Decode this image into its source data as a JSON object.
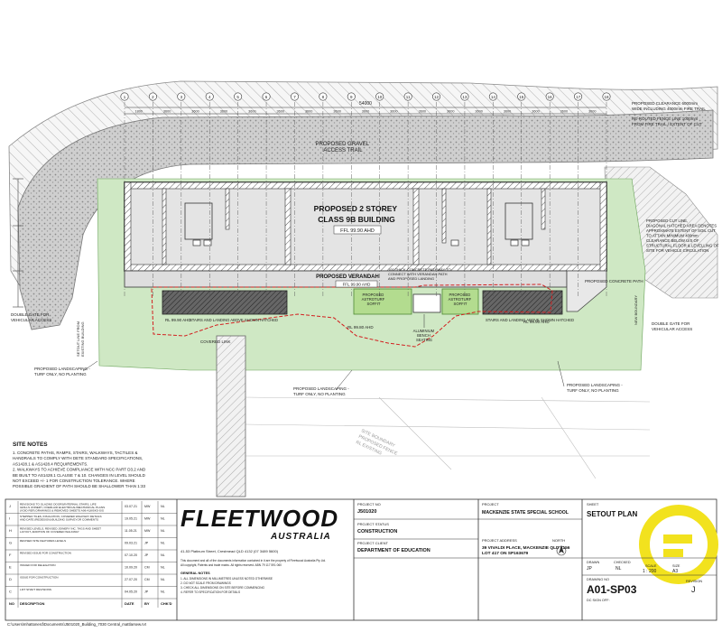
{
  "plan": {
    "access_trail": [
      "PROPOSED GRAVEL",
      "ACCESS TRAIL"
    ],
    "building": [
      "PROPOSED 2 STOREY",
      "CLASS 9B BUILDING"
    ],
    "ffl_main": "FFL 99.90 AHD",
    "verandah": "PROPOSED VERANDAH",
    "ffl_verandah": "FFL 99.90 AHD",
    "covered_link": "COVERED LINK",
    "stairs_left": "STAIRS AND LANDING ABOVE SHOWN HATCHED",
    "stairs_right": "STAIRS AND LANDING ABOVE SHOWN HATCHED",
    "rl_left": "RL 99.90 AHD",
    "rl_mid": "RL 99.80 AHD",
    "rl_right": "RL 99.90 AHD",
    "soffit_1": [
      "PROPOSED",
      "ASTROTURF",
      "SOFFIT"
    ],
    "soffit_2": [
      "PROPOSED",
      "ASTROTURF",
      "SOFFIT"
    ],
    "bench": [
      "ALUMINIUM",
      "BENCH",
      "SEATING"
    ],
    "concrete_path": "PROPOSED CONCRETE PATH",
    "concrete_landing": [
      "100 THICK CONCRETE PATHWAY TO",
      "CONNECT WITH VERANDAH PATH",
      "AND PROPOSED LANDING"
    ],
    "clearance": [
      "PROPOSED CLEARANCE 6000mm",
      "WIDE INCLUDING 4000mm FIRE TRAIL"
    ],
    "fence": [
      "RE-ROUTED FENCE LINE 1000mm",
      "FROM FIRE TRAIL / EXTENT OF CUT"
    ],
    "proposed_cut": [
      "PROPOSED CUT LINE,",
      "DIAGONAL HATCHED AREA DENOTES",
      "APPROXIMATE EXTENT OF SOIL CUT",
      "TO ATTAIN MINIMUM 400mm",
      "CLEARANCE BELOW U/S OF",
      "STRUCTURAL FLOOR & LEVELLING OF",
      "SITE FOR VEHICLE CIRCULATION"
    ],
    "double_gate_left": [
      "DOUBLE GATE FOR",
      "VEHICULAR ACCESS"
    ],
    "double_gate_right": [
      "DOUBLE GATE FOR",
      "VEHICULAR ACCESS"
    ],
    "landscaping_1": [
      "PROPOSED LANDSCAPING -",
      "TURF ONLY, NO PLANTING"
    ],
    "landscaping_2": [
      "PROPOSED LANDSCAPING -",
      "TURF ONLY, NO PLANTING"
    ],
    "landscaping_3": [
      "PROPOSED LANDSCAPING -",
      "TURF ONLY, NO PLANTING"
    ],
    "setout_left": [
      "SETOUT LINE FROM",
      "EXISTING BUILDING"
    ],
    "setout_right": "NEW BOUNDARY",
    "site_boundary": [
      "SITE BOUNDARY",
      "PROPOSED FENCE",
      "RL EXISTING"
    ],
    "grid_numbers": [
      "1",
      "2",
      "3",
      "4",
      "5",
      "6",
      "7",
      "8",
      "9",
      "10",
      "11",
      "12",
      "13",
      "14",
      "15",
      "16",
      "17",
      "18"
    ],
    "grid_dims": [
      "1800",
      "3600",
      "3600",
      "3600",
      "3600",
      "3600",
      "3600",
      "3600",
      "3600",
      "3600",
      "3600",
      "3600",
      "3600",
      "3600",
      "3600",
      "3600",
      "3600"
    ],
    "total_dim": "54000"
  },
  "site_notes": {
    "title": "SITE NOTES",
    "lines": [
      "1. CONCRETE PATHS, RAMPS, STAIRS, WALKWAYS, TACTILES &",
      "   HANDRAILS TO COMPLY WITH DETE STANDARD SPECIFICATIONS,",
      "   AS1428.1 & AS1428.4 REQUIREMENTS.",
      "2. WALKWAYS TO ACHIEVE COMPLIANCE WITH NCC PART D3.2 AND",
      "   BE BUILT TO AS1428.1 CLAUSE 7 & 10. CHANGES IN LEVEL SHOULD",
      "   NOT EXCEED +/- 1 FOR CONSTRUCTION TOLERANCE. WHERE",
      "   POSSIBLE GRADIENT OF PATH SHOULD BE SHALLOWER THAN 1:33"
    ]
  },
  "revisions": {
    "rows": [
      {
        "no": "J",
        "desc": "REVISIONS TO GLAZING DOORS/INTERNAL STAIRS, LIFE GRILLS JOINERY, OVERLAID ELECTRICAL/MECHANICAL PLANS (VOID REF) DRAWINGS & REMOVED SHEETS A06-A18/SKS-S/S",
        "date": "03.07.21",
        "by": "MW",
        "chk": "NL"
      },
      {
        "no": "I",
        "desc": "STEPPED TILES, INSULATION, COVERED WALKWAY DETAILS AND DATE (REDESIGN) BUILDING SURVEYOR COMMENTS",
        "date": "19.05.21",
        "by": "MW",
        "chk": "NL"
      },
      {
        "no": "H",
        "desc": "REVISED LEVELS, REVISED JOINERY INC. TAGS AND SHEET LAYOUT, ADDITION OF COVERED WALKWAY",
        "date": "11.05.21",
        "by": "MW",
        "chk": "NL"
      },
      {
        "no": "G",
        "desc": "REVISED SITE FEATURES LEVELS",
        "date": "09.03.21",
        "by": "JP",
        "chk": "NL"
      },
      {
        "no": "F",
        "desc": "REVISED ISSUE FOR CONSTRUCTION",
        "date": "07.10.20",
        "by": "JP",
        "chk": "NL"
      },
      {
        "no": "E",
        "desc": "ISSUED FOR DELEGATION",
        "date": "10.09.20",
        "by": "CM",
        "chk": "NL"
      },
      {
        "no": "D",
        "desc": "ISSUE FOR CONSTRUCTION",
        "date": "27.07.20",
        "by": "CM",
        "chk": "NL"
      },
      {
        "no": "C",
        "desc": "LIFT SHAFT REVISIONS",
        "date": "04.05.20",
        "by": "JP",
        "chk": "NL"
      }
    ],
    "header": {
      "no": "NO",
      "desc": "DESCRIPTION",
      "date": "DATE",
      "by": "BY",
      "chk": "CHK'D"
    }
  },
  "logo": {
    "brand": "FLEETWOOD",
    "sub": "AUSTRALIA"
  },
  "company_address": "41-53 Platinum Street, Crestmead QLD 4132 (07 3489 5600)",
  "legal_note": [
    "This document and all of the documents information contained in it are the property of Fleetwood Australia Pty Ltd.",
    "All copyright, Patents and trade marks. All rights reserved. ABN 79 117 591 060"
  ],
  "general_notes": {
    "title": "GENERAL NOTES",
    "lines": [
      "1. ALL DIMENSIONS IN MILLIMETRES UNLESS NOTED OTHERWISE",
      "2. DO NOT SCALE FROM DRAWINGS",
      "3. CHECK ALL DIMENSIONS ON SITE BEFORE COMMENCING",
      "4. REFER TO SPECIFICATION FOR DETAILS"
    ]
  },
  "title_block": {
    "project_no_label": "PROJECT NO",
    "project_no": "J501020",
    "project_status_label": "PROJECT STATUS",
    "project_status": "CONSTRUCTION",
    "project_client_label": "PROJECT CLIENT",
    "project_client": "DEPARTMENT OF EDUCATION",
    "project_label": "PROJECT",
    "project": "MACKENZIE STATE SPECIAL SCHOOL",
    "address_label": "PROJECT ADDRESS",
    "address": [
      "39 VIVALDI PLACE, MACKENZIE QLD 4156",
      "LOT 417 ON SP163679"
    ],
    "north_label": "NORTH",
    "sheet_label": "SHEET",
    "sheet": "SETOUT PLAN",
    "drawn_label": "DRAWN",
    "drawn": "JP",
    "checked_label": "CHECKED",
    "checked": "NL",
    "scale_label": "SCALE",
    "scale": "1 : 200",
    "size_label": "SIZE",
    "size": "A3",
    "drawing_no_label": "DRAWING NO",
    "drawing_no": "A01-SP03",
    "revision_label": "REVISION",
    "revision": "J",
    "dc_signoff": "DC SIGN OFF:"
  },
  "file_path": "C:\\Users\\mhattonerd\\Documents\\J501020_Building_7030 Central_mattlarsew.rvt",
  "colors": {
    "landscape": "#cfe8c4",
    "soffit": "#b3dc8f",
    "gravel": "#c8c8c8",
    "building": "#e7e7e7",
    "redline": "#d22020",
    "logo_yellow": "#f2e21e"
  }
}
